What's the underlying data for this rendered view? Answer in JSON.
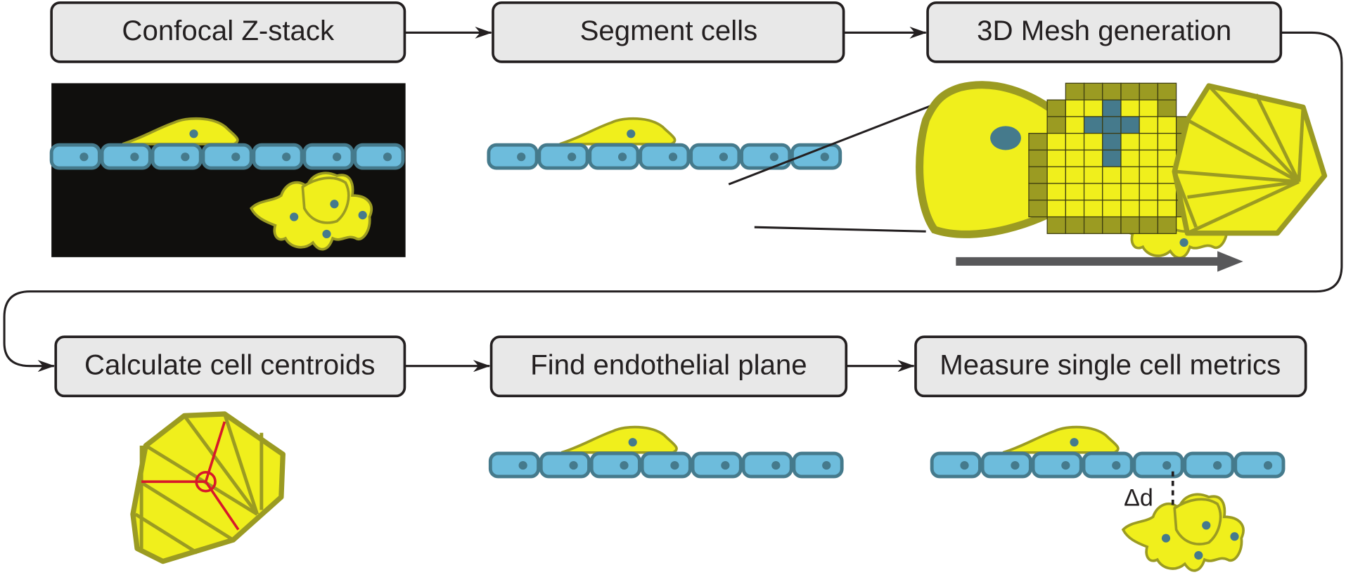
{
  "steps": [
    {
      "label": "Confocal Z-stack"
    },
    {
      "label": "Segment cells"
    },
    {
      "label": "3D Mesh generation"
    },
    {
      "label": "Calculate cell centroids"
    },
    {
      "label": "Find endothelial plane"
    },
    {
      "label": "Measure single cell metrics"
    }
  ],
  "annotations": {
    "delta_d": "Δd"
  },
  "colors": {
    "cell_fill": "#f0ef1c",
    "cell_outline": "#9b9b22",
    "endothelial_fill": "#6dbcdc",
    "endothelial_outline": "#457a8c",
    "centroid_marker": "#d7192a",
    "highlight_outline": "#e8202a",
    "box_fill": "#e8e8e8"
  }
}
